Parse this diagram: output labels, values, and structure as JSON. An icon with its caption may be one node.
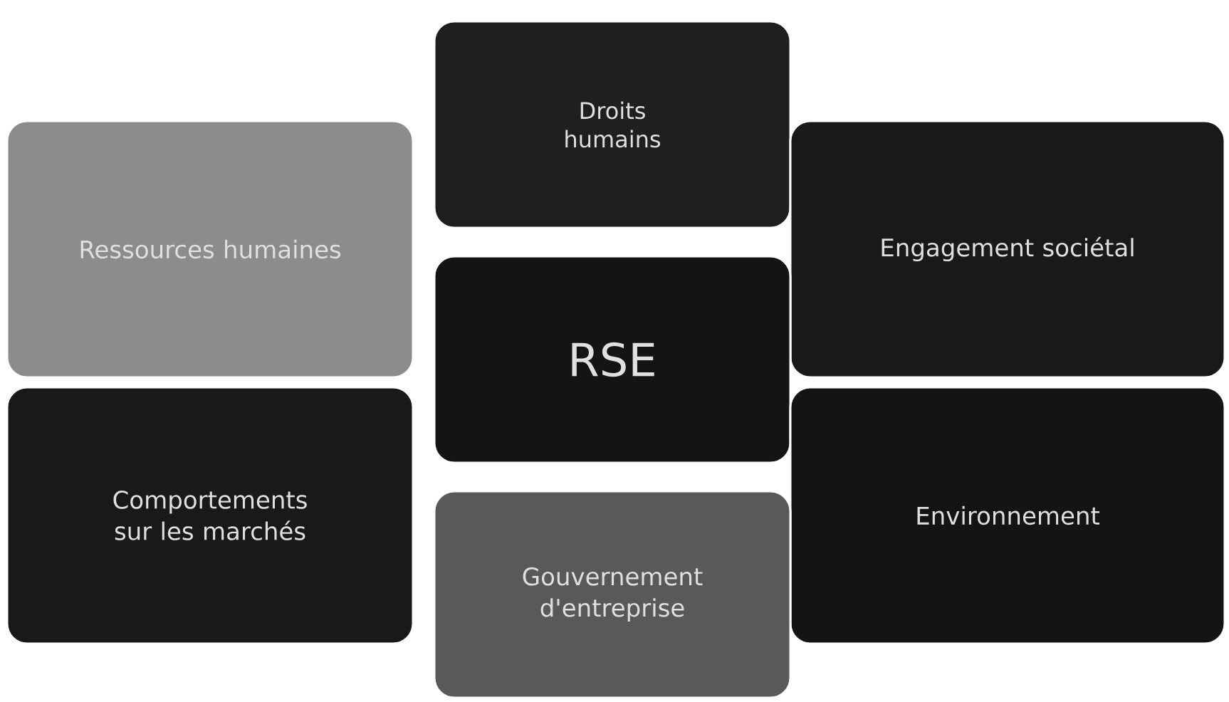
{
  "diagram": {
    "nodes": [
      {
        "text": [
          "Droits humains"
        ]
      },
      {
        "text": [
          "Ressources humaines"
        ]
      },
      {
        "text": [
          "Engagement sociétal"
        ]
      },
      {
        "text": [
          "RSE"
        ]
      },
      {
        "text": [
          "Comportements sur les marchés"
        ]
      },
      {
        "text": [
          "Environnement"
        ]
      },
      {
        "text": [
          "Gouvernement d'entreprise"
        ]
      }
    ]
  }
}
